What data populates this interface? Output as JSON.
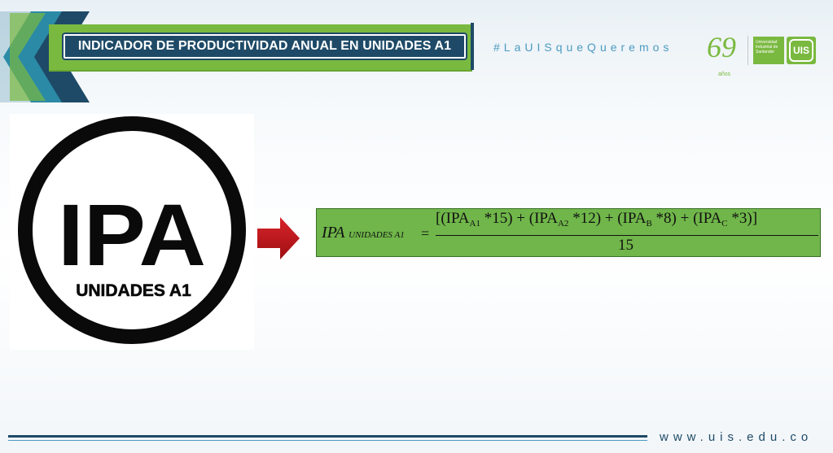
{
  "header": {
    "title": "INDICADOR DE PRODUCTIVIDAD ANUAL EN UNIDADES A1",
    "hashtag": "#LaUISqueQueremos",
    "anniversary_number": "69",
    "anniversary_label": "años",
    "university_name": "Universidad Industrial de Santander",
    "emblem_text": "UIS"
  },
  "badge": {
    "acronym": "IPA",
    "caption": "UNIDADES A1"
  },
  "formula": {
    "lhs": "IPA",
    "lhs_subscript": "UNIDADES A1",
    "equals": "=",
    "numerator_open": "[(IPA",
    "sub_a1": "A1",
    "term_a1": " *15) + (IPA",
    "sub_a2": "A2",
    "term_a2": " *12) + (IPA",
    "sub_b": "B",
    "term_b": " *8) + (IPA",
    "sub_c": "C",
    "term_c": " *3)]",
    "denominator": "15"
  },
  "footer": {
    "website": "www.uis.edu.co"
  },
  "colors": {
    "accent_green": "#7ab940",
    "navy": "#1e4a67",
    "teal": "#4b9bc0",
    "arrow_red": "#c0161b"
  }
}
